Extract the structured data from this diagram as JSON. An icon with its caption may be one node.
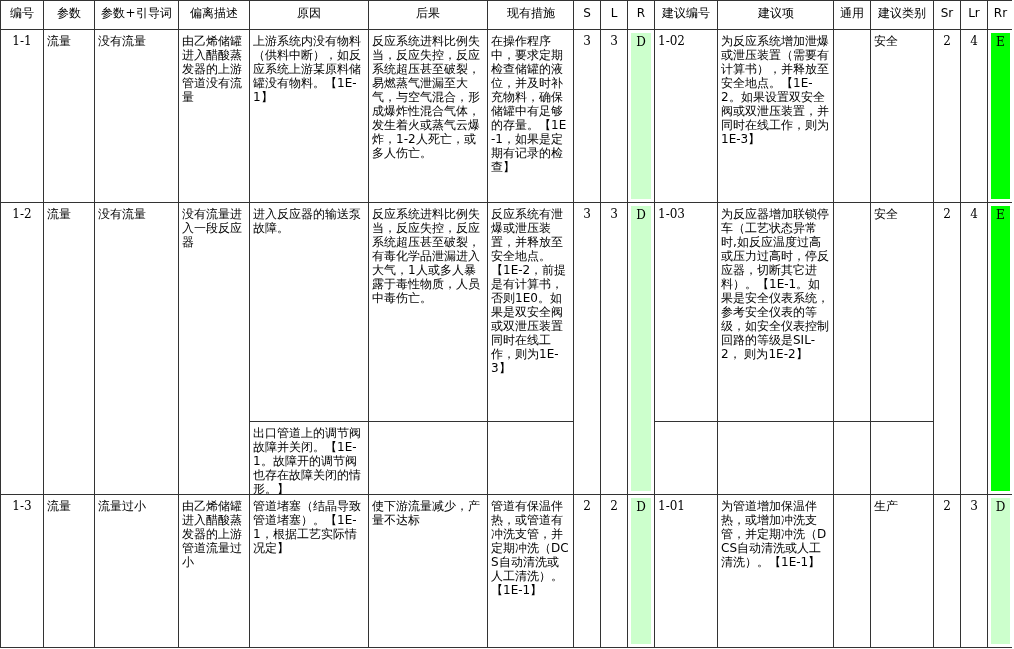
{
  "diagram": {
    "labels": [
      "编号",
      "参数",
      "参数+引导词",
      "偏离描述",
      "原因",
      "后果",
      "现有措施",
      "S",
      "L",
      "R",
      "建议编号",
      "建议项",
      "通用",
      "建议类别",
      "Sr",
      "Lr",
      "Rr",
      "1-1",
      "流量",
      "没有流量",
      "由乙烯储罐进入醋酸蒸发器的上游管道没有流量",
      "上游系统内没有物料（供料中断），如反应系统上游某原料储罐没有物料。【1E-1】",
      "反应系统进料比例失当，反应失控，反应系统超压甚至破裂，易燃蒸气泄漏至大气，与空气混合，形成爆炸性混合气体，发生着火或蒸气云爆炸，1-2人死亡，或多人伤亡。",
      "在操作程序中，要求定期检查储罐的液位，并及时补充物料，确保储罐中有足够的存量。【1E-1，如果是定期有记录的检查】",
      "3",
      "3",
      "D",
      "1-02",
      "为反应系统增加泄爆或泄压装置（需要有计算书），并释放至安全地点。【1E-2。如果设置双安全阀或双泄压装置，并同时在线工作，则为1E-3】",
      "安全",
      "2",
      "4",
      "E",
      "1-2",
      "流量",
      "没有流量",
      "没有流量进入一段反应器",
      "进入反应器的输送泵故障。",
      "反应系统进料比例失当，反应失控，反应系统超压甚至破裂，有毒化学品泄漏进入大气，1人或多人暴露于毒性物质，人员中毒伤亡。",
      "反应系统有泄爆或泄压装置，并释放至安全地点。【1E-2，前提是有计算书，否则1E0。如果是双安全阀或双泄压装置同时在线工作，则为1E-3】",
      "3",
      "3",
      "D",
      "1-03",
      "为反应器增加联锁停车（工艺状态异常时,如反应温度过高或压力过高时，停反应器，切断其它进料）。【1E-1。如果是安全仪表系统，参考安全仪表的等级，如安全仪表控制回路的等级是SIL-2， 则为1E-2】",
      "安全",
      "2",
      "4",
      "E",
      "出口管道上的调节阀故障并关闭。【1E-1。故障开的调节阀也存在故障关闭的情形。】",
      "1-3",
      "流量",
      "流量过小",
      "由乙烯储罐进入醋酸蒸发器的上游管道流量过小",
      "管道堵塞（结晶导致管道堵塞）。【1E-1，根据工艺实际情况定】",
      "使下游流量减少，产量不达标",
      "管道有保温伴热，或管道有冲洗支管，并定期冲洗（DCS自动清洗或人工清洗）。【1E-1】",
      "2",
      "2",
      "D",
      "1-01",
      "为管道增加保温伴热，或增加冲洗支管，并定期冲洗（DCS自动清洗或人工清洗）。【1E-1】",
      "生产",
      "2",
      "3",
      "D"
    ]
  }
}
